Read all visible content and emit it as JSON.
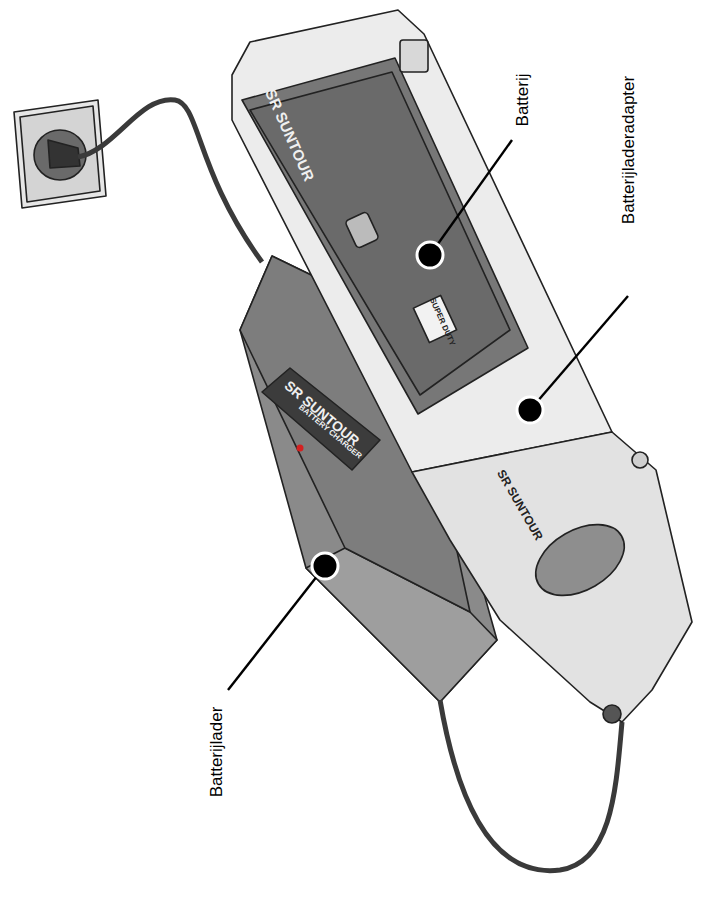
{
  "diagram": {
    "labels": [
      "Batterij",
      "Batterijladeradapter",
      "Batterijlader",
      "SR SUNTOUR",
      "SUPER DUTY",
      "SR SUNTOUR",
      "SR SUNTOUR",
      "BATTERY CHARGER"
    ]
  }
}
